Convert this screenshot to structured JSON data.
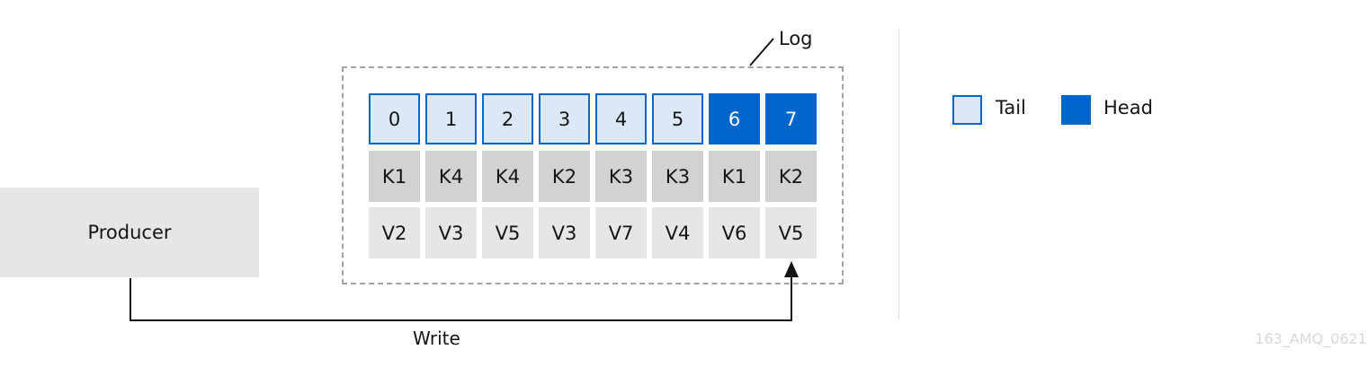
{
  "producer": {
    "label": "Producer"
  },
  "log": {
    "label": "Log",
    "offsets": [
      "0",
      "1",
      "2",
      "3",
      "4",
      "5",
      "6",
      "7"
    ],
    "keys": [
      "K1",
      "K4",
      "K4",
      "K2",
      "K3",
      "K3",
      "K1",
      "K2"
    ],
    "values": [
      "V2",
      "V3",
      "V5",
      "V3",
      "V7",
      "V4",
      "V6",
      "V5"
    ],
    "segments": [
      "tail",
      "tail",
      "tail",
      "tail",
      "tail",
      "tail",
      "head",
      "head"
    ]
  },
  "write": {
    "label": "Write"
  },
  "legend": {
    "tail": {
      "label": "Tail",
      "color": "#dbe9f7",
      "border": "#0066cc"
    },
    "head": {
      "label": "Head",
      "color": "#0066cc"
    }
  },
  "colors": {
    "tail_fill": "#dbe9f7",
    "head_fill": "#0066cc",
    "cell_border": "#0066cc",
    "key_fill": "#d2d2d2",
    "value_fill": "#e6e6e6",
    "producer_fill": "#e6e6e6",
    "dashed_border": "#a3a3a3"
  },
  "watermark": "163_AMQ_0621"
}
